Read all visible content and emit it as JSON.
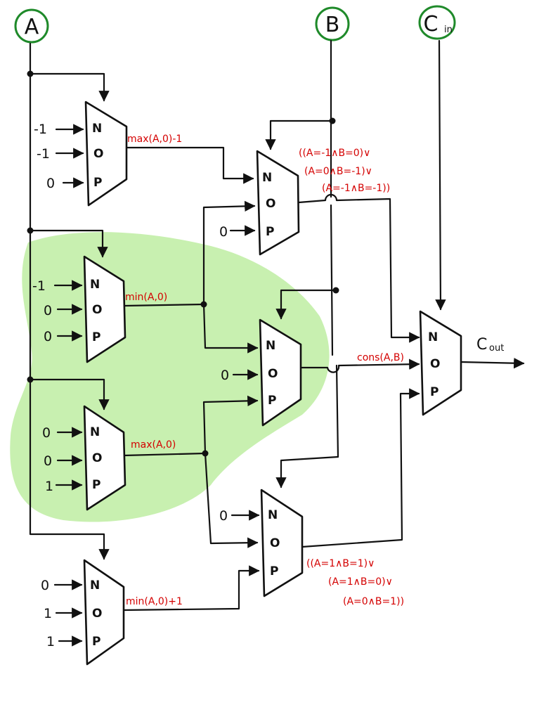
{
  "terminals": {
    "a": "A",
    "b": "B",
    "c": "C",
    "c_sub": "in"
  },
  "selector_labels": {
    "n": "N",
    "o": "O",
    "p": "P"
  },
  "mux1": {
    "inputs": [
      "-1",
      "-1",
      "0"
    ],
    "output": "max(A,0)-1"
  },
  "mux2": {
    "inputs": [
      "-1",
      "0",
      "0"
    ],
    "output": "min(A,0)"
  },
  "mux3": {
    "inputs": [
      "0",
      "0",
      "1"
    ],
    "output": "max(A,0)"
  },
  "mux4": {
    "inputs": [
      "0",
      "1",
      "1"
    ],
    "output": "min(A,0)+1"
  },
  "mux5": {
    "input_p": "0",
    "condition": [
      "((A=-1∧B=0)∨",
      "(A=0∧B=-1)∨",
      "(A=-1∧B=-1))"
    ]
  },
  "mux6": {
    "input_o": "0",
    "output": "cons(A,B)"
  },
  "mux7": {
    "input_n": "0",
    "condition": [
      "((A=1∧B=1)∨",
      "(A=1∧B=0)∨",
      "(A=0∧B=1))"
    ]
  },
  "output": {
    "label": "C",
    "sub": "out"
  },
  "colors": {
    "highlight": "#c8f0b0",
    "terminal_ring": "#1f8a2a",
    "annotation": "#d40000"
  }
}
